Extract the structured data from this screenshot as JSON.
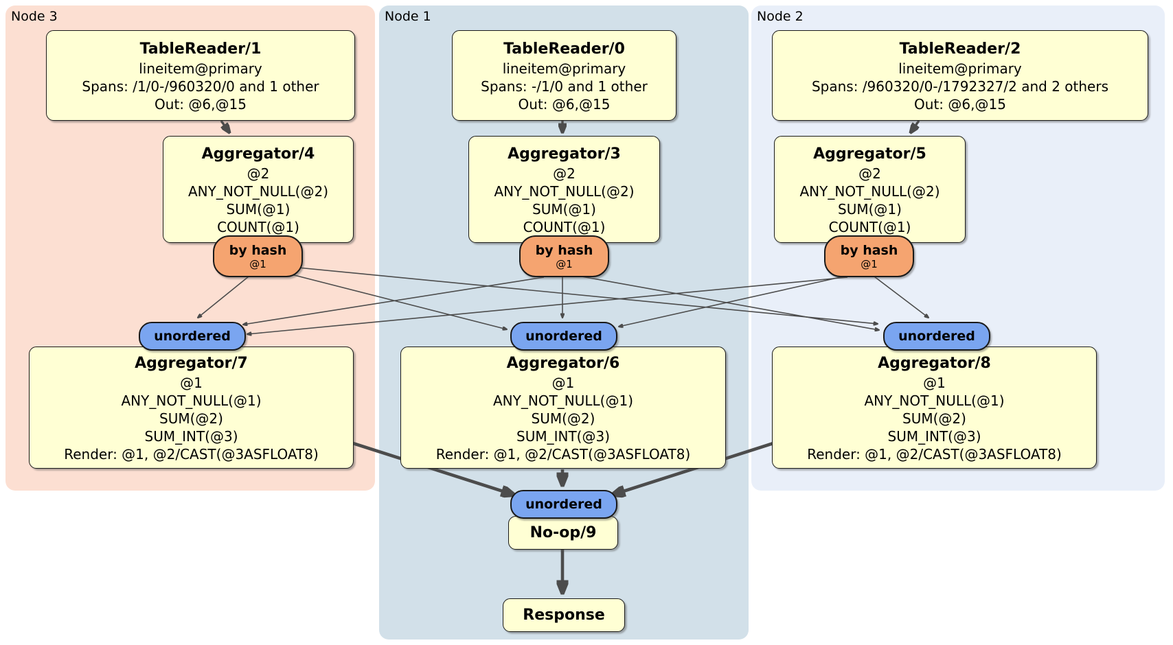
{
  "regions": {
    "node3": {
      "label": "Node 3"
    },
    "node1": {
      "label": "Node 1"
    },
    "node2": {
      "label": "Node 2"
    }
  },
  "processors": {
    "tr1": {
      "title": "TableReader/1",
      "lines": [
        "lineitem@primary",
        "Spans: /1/0-/960320/0 and 1 other",
        "Out: @6,@15"
      ]
    },
    "tr0": {
      "title": "TableReader/0",
      "lines": [
        "lineitem@primary",
        "Spans: -/1/0 and 1 other",
        "Out: @6,@15"
      ]
    },
    "tr2": {
      "title": "TableReader/2",
      "lines": [
        "lineitem@primary",
        "Spans: /960320/0-/1792327/2 and 2 others",
        "Out: @6,@15"
      ]
    },
    "agg4": {
      "title": "Aggregator/4",
      "lines": [
        "@2",
        "ANY_NOT_NULL(@2)",
        "SUM(@1)",
        "COUNT(@1)"
      ]
    },
    "agg3": {
      "title": "Aggregator/3",
      "lines": [
        "@2",
        "ANY_NOT_NULL(@2)",
        "SUM(@1)",
        "COUNT(@1)"
      ]
    },
    "agg5": {
      "title": "Aggregator/5",
      "lines": [
        "@2",
        "ANY_NOT_NULL(@2)",
        "SUM(@1)",
        "COUNT(@1)"
      ]
    },
    "agg7": {
      "title": "Aggregator/7",
      "lines": [
        "@1",
        "ANY_NOT_NULL(@1)",
        "SUM(@2)",
        "SUM_INT(@3)",
        "Render: @1, @2/CAST(@3ASFLOAT8)"
      ]
    },
    "agg6": {
      "title": "Aggregator/6",
      "lines": [
        "@1",
        "ANY_NOT_NULL(@1)",
        "SUM(@2)",
        "SUM_INT(@3)",
        "Render: @1, @2/CAST(@3ASFLOAT8)"
      ]
    },
    "agg8": {
      "title": "Aggregator/8",
      "lines": [
        "@1",
        "ANY_NOT_NULL(@1)",
        "SUM(@2)",
        "SUM_INT(@3)",
        "Render: @1, @2/CAST(@3ASFLOAT8)"
      ]
    },
    "noop9": {
      "title": "No-op/9"
    },
    "response": {
      "title": "Response"
    }
  },
  "routers": {
    "bh4": {
      "label": "by hash",
      "sub": "@1"
    },
    "bh3": {
      "label": "by hash",
      "sub": "@1"
    },
    "bh5": {
      "label": "by hash",
      "sub": "@1"
    }
  },
  "streams": {
    "un7": {
      "label": "unordered"
    },
    "un6": {
      "label": "unordered"
    },
    "un8": {
      "label": "unordered"
    },
    "un9": {
      "label": "unordered"
    }
  },
  "colors": {
    "node3": "#fcdfd2",
    "node1": "#d2e0e9",
    "node2": "#e9eff9",
    "box": "#ffffd4",
    "router": "#f5a470",
    "stream": "#7aa5f0",
    "edge": "#4c4c4c",
    "border": "#191919"
  }
}
